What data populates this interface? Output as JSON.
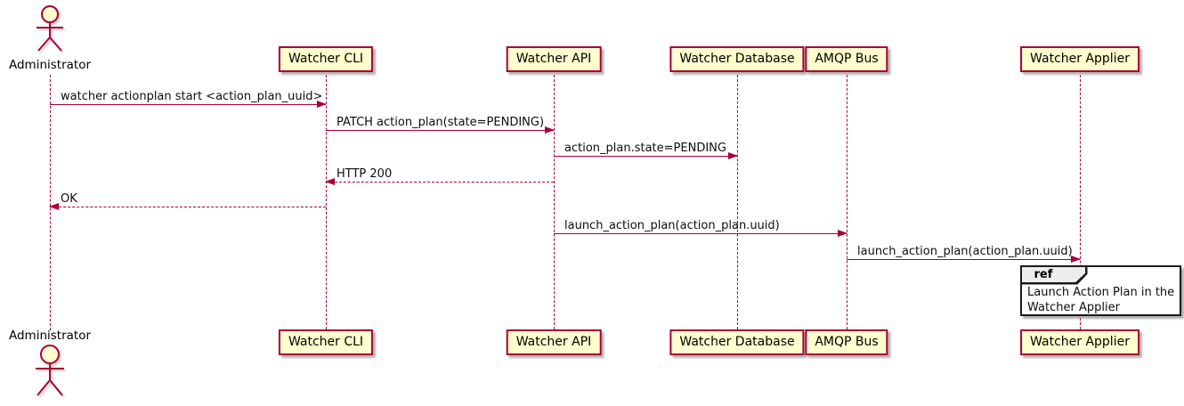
{
  "actor": {
    "label": "Administrator"
  },
  "participants": [
    {
      "label": "Watcher CLI"
    },
    {
      "label": "Watcher API"
    },
    {
      "label": "Watcher Database"
    },
    {
      "label": "AMQP Bus"
    },
    {
      "label": "Watcher Applier"
    }
  ],
  "messages": [
    {
      "from": "Administrator",
      "to": "Watcher CLI",
      "label": "watcher actionplan start <action_plan_uuid>",
      "line": "solid",
      "direction": "right"
    },
    {
      "from": "Watcher CLI",
      "to": "Watcher API",
      "label": "PATCH action_plan(state=PENDING)",
      "line": "solid",
      "direction": "right"
    },
    {
      "from": "Watcher API",
      "to": "Watcher Database",
      "label": "action_plan.state=PENDING",
      "line": "solid",
      "direction": "right"
    },
    {
      "from": "Watcher API",
      "to": "Watcher CLI",
      "label": "HTTP 200",
      "line": "dashed",
      "direction": "left"
    },
    {
      "from": "Watcher CLI",
      "to": "Administrator",
      "label": "OK",
      "line": "dashed",
      "direction": "left"
    },
    {
      "from": "Watcher API",
      "to": "AMQP Bus",
      "label": "launch_action_plan(action_plan.uuid)",
      "line": "solid",
      "direction": "right"
    },
    {
      "from": "AMQP Bus",
      "to": "Watcher Applier",
      "label": "launch_action_plan(action_plan.uuid)",
      "line": "solid",
      "direction": "right"
    }
  ],
  "ref": {
    "keyword": "ref",
    "line1": "Launch Action Plan in the",
    "line2": "Watcher Applier"
  },
  "colors": {
    "participant_fill": "#FEFECE",
    "participant_border": "#A80036",
    "arrow": "#A80036",
    "lifeline": "#A80036",
    "ref_border": "#1B1B1B",
    "ref_tab_fill": "#EDEDED",
    "text": "#000000",
    "background": "#FFFFFF"
  }
}
